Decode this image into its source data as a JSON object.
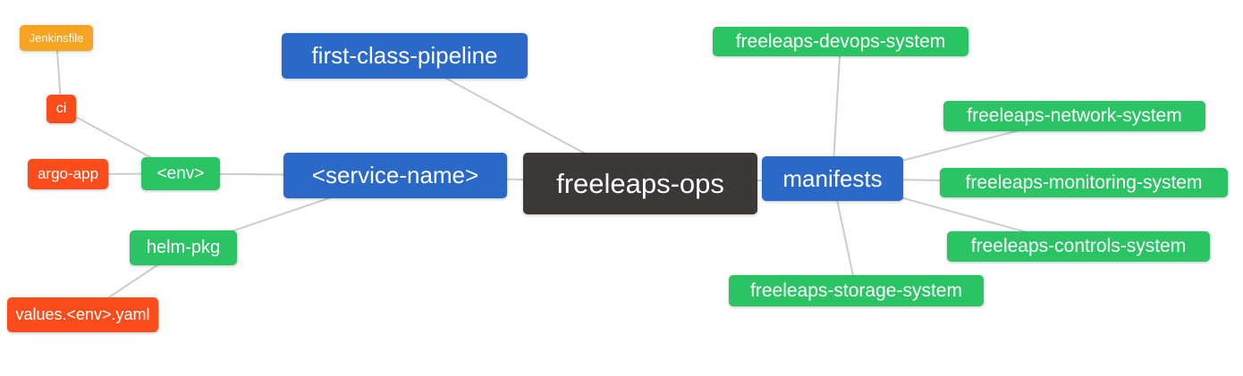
{
  "diagram": {
    "type": "mindmap",
    "root_label": "freeleaps-ops"
  },
  "colors": {
    "background": "#ffffff",
    "text": "#ffffff",
    "edge": "#cccccc",
    "blue": "#2a69c7",
    "green": "#2bc465",
    "red": "#fb4d1b",
    "orange": "#f5a423",
    "dark": "#3b3837"
  },
  "nodes": [
    {
      "id": "jenkinsfile",
      "label": "Jenkinsfile",
      "color": "orange"
    },
    {
      "id": "ci",
      "label": "ci",
      "color": "red"
    },
    {
      "id": "argo-app",
      "label": "argo-app",
      "color": "red"
    },
    {
      "id": "env",
      "label": "<env>",
      "color": "green"
    },
    {
      "id": "first-class-pipeline",
      "label": "first-class-pipeline",
      "color": "blue"
    },
    {
      "id": "service-name",
      "label": "<service-name>",
      "color": "blue"
    },
    {
      "id": "freeleaps-ops",
      "label": "freeleaps-ops",
      "color": "dark"
    },
    {
      "id": "manifests",
      "label": "manifests",
      "color": "blue"
    },
    {
      "id": "freeleaps-devops-system",
      "label": "freeleaps-devops-system",
      "color": "green"
    },
    {
      "id": "freeleaps-network-system",
      "label": "freeleaps-network-system",
      "color": "green"
    },
    {
      "id": "freeleaps-monitoring-system",
      "label": "freeleaps-monitoring-system",
      "color": "green"
    },
    {
      "id": "freeleaps-controls-system",
      "label": "freeleaps-controls-system",
      "color": "green"
    },
    {
      "id": "freeleaps-storage-system",
      "label": "freeleaps-storage-system",
      "color": "green"
    },
    {
      "id": "helm-pkg",
      "label": "helm-pkg",
      "color": "green"
    },
    {
      "id": "values-env-yaml",
      "label": "values.<env>.yaml",
      "color": "red"
    }
  ],
  "edges": [
    [
      "jenkinsfile",
      "ci"
    ],
    [
      "ci",
      "env"
    ],
    [
      "argo-app",
      "env"
    ],
    [
      "env",
      "service-name"
    ],
    [
      "helm-pkg",
      "service-name"
    ],
    [
      "values-env-yaml",
      "helm-pkg"
    ],
    [
      "first-class-pipeline",
      "freeleaps-ops"
    ],
    [
      "service-name",
      "freeleaps-ops"
    ],
    [
      "freeleaps-ops",
      "manifests"
    ],
    [
      "manifests",
      "freeleaps-devops-system"
    ],
    [
      "manifests",
      "freeleaps-network-system"
    ],
    [
      "manifests",
      "freeleaps-monitoring-system"
    ],
    [
      "manifests",
      "freeleaps-controls-system"
    ],
    [
      "manifests",
      "freeleaps-storage-system"
    ]
  ]
}
